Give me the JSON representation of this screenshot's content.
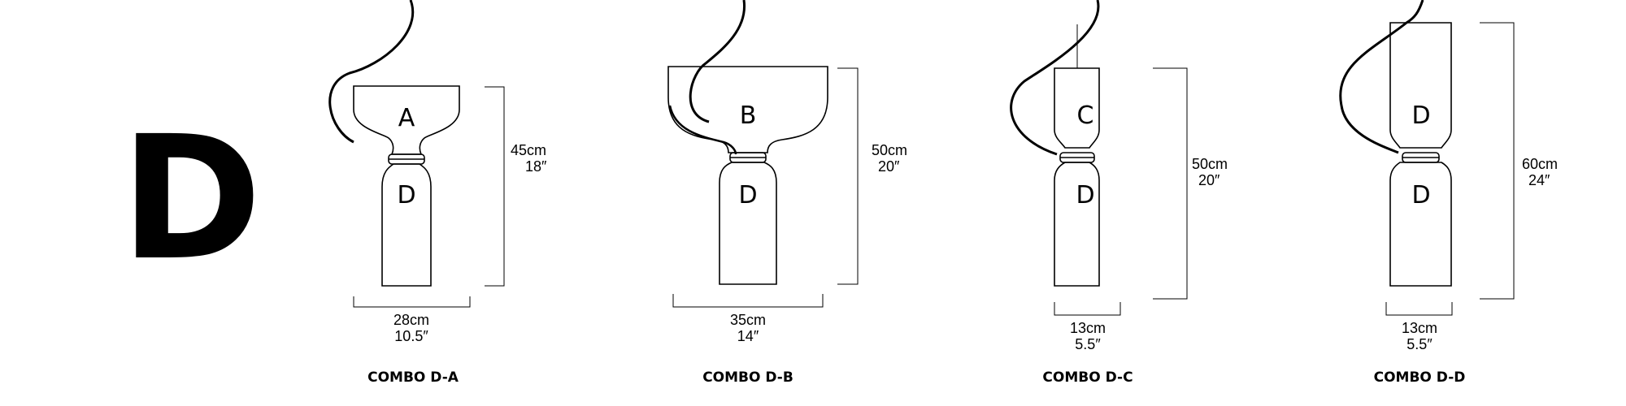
{
  "group_letter": "D",
  "combos": [
    {
      "caption": "COMBO D-A",
      "top_label": "A",
      "bottom_label": "D",
      "height_cm": "45cm",
      "height_in": "18″",
      "width_cm": "28cm",
      "width_in": "10.5″"
    },
    {
      "caption": "COMBO D-B",
      "top_label": "B",
      "bottom_label": "D",
      "height_cm": "50cm",
      "height_in": "20″",
      "width_cm": "35cm",
      "width_in": "14″"
    },
    {
      "caption": "COMBO D-C",
      "top_label": "C",
      "bottom_label": "D",
      "height_cm": "50cm",
      "height_in": "20″",
      "width_cm": "13cm",
      "width_in": "5.5″"
    },
    {
      "caption": "COMBO D-D",
      "top_label": "D",
      "bottom_label": "D",
      "height_cm": "60cm",
      "height_in": "24″",
      "width_cm": "13cm",
      "width_in": "5.5″"
    }
  ]
}
